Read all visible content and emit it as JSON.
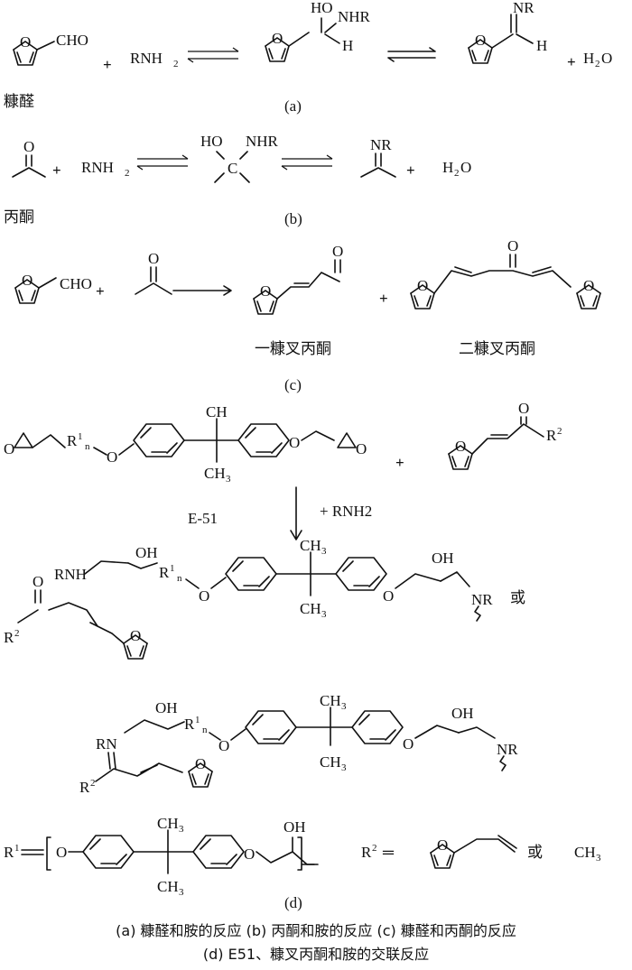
{
  "labels": {
    "furfural_name": "糠醛",
    "acetone_name": "丙酮",
    "mono_name": "一糠叉丙酮",
    "di_name": "二糠叉丙酮",
    "epoxy_name": "E-51",
    "amine_reagent": "+ RNH2",
    "or_text": "或",
    "sub_a": "(a)",
    "sub_b": "(b)",
    "sub_c": "(c)",
    "sub_d": "(d)",
    "cho": "CHO",
    "rnh": "RNH",
    "nr": "NR",
    "nhr": "NHR",
    "ho": "HO",
    "oh": "OH",
    "h": "H",
    "c": "C",
    "o": "O",
    "ch": "CH",
    "ch3": "CH",
    "r1": "R",
    "r2": "R",
    "h2o": "H",
    "rn": "RN",
    "eq": "═",
    "ch3_end": "CH"
  },
  "caption": {
    "line1": "(a) 糠醛和胺的反应    (b) 丙酮和胺的反应    (c) 糠醛和丙酮的反应",
    "line2": "(d) E51、糠叉丙酮和胺的交联反应"
  }
}
